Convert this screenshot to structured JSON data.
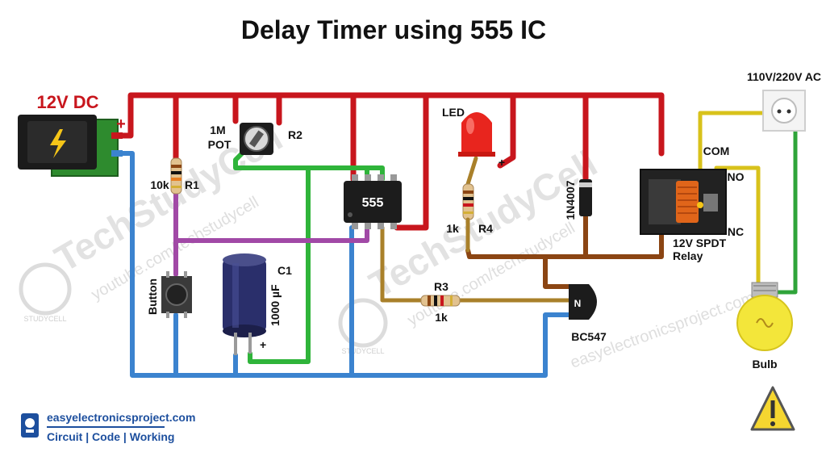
{
  "title": "Delay Timer using 555 IC",
  "labels": {
    "supply": "12V DC",
    "plus": "+",
    "pot_value": "1M",
    "pot_type": "POT",
    "r2": "R2",
    "r1_value": "10k",
    "r1": "R1",
    "ic": "555",
    "led": "LED",
    "led_plus": "+",
    "r4_value": "1k",
    "r4": "R4",
    "diode": "1N4007",
    "ac": "110V/220V AC",
    "com": "COM",
    "no": "NO",
    "nc": "NC",
    "relay_line1": "12V SPDT",
    "relay_line2": "Relay",
    "c1": "C1",
    "c1_value": "1000 µF",
    "c1_plus": "+",
    "button": "Button",
    "r3": "R3",
    "r3_value": "1k",
    "transistor": "BC547",
    "bulb": "Bulb"
  },
  "watermarks": {
    "brand": "TechStudyCell",
    "youtube": "youtube.com/techstudycell",
    "website": "easyelectronicsproject.com",
    "studycell": "STUDYCELL"
  },
  "logo": {
    "site": "easyelectronicsproject.com",
    "tagline": "Circuit | Code | Working"
  },
  "colors": {
    "positive": "#c8161d",
    "ground": "#3b83cf",
    "trigger": "#a149a6",
    "threshold": "#2fb43a",
    "output": "#8b4513"
  }
}
